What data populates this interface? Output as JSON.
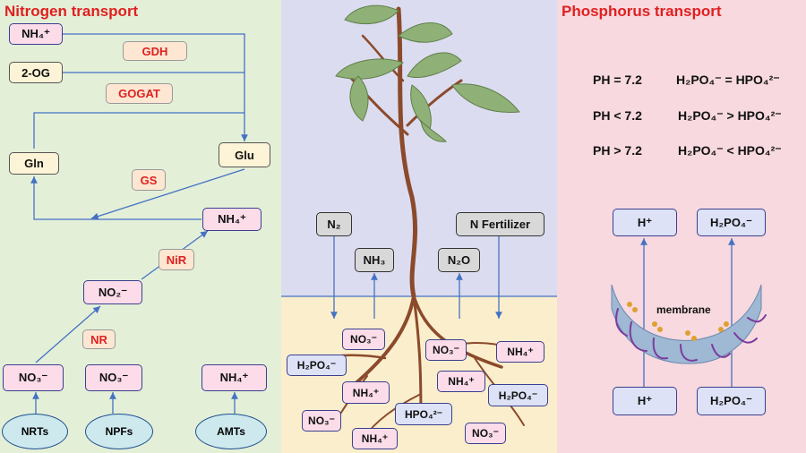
{
  "nitrogen": {
    "title": "Nitrogen transport",
    "nh4_top": "NH₄⁺",
    "gdh": "GDH",
    "og2": "2-OG",
    "gogat": "GOGAT",
    "gln": "Gln",
    "glu": "Glu",
    "gs": "GS",
    "nh4_mid": "NH₄⁺",
    "nir": "NiR",
    "no2": "NO₂⁻",
    "nr": "NR",
    "no3_a": "NO₃⁻",
    "no3_b": "NO₃⁻",
    "nh4_bot": "NH₄⁺",
    "nrts": "NRTs",
    "npfs": "NPFs",
    "amts": "AMTs"
  },
  "soil": {
    "n2": "N₂",
    "nh3": "NH₃",
    "n2o": "N₂O",
    "n_fertilizer": "N Fertilizer",
    "no3_1": "NO₃⁻",
    "h2po4_1": "H₂PO₄⁻",
    "no3_2": "NO₃⁻",
    "nh4_1": "NH₄⁺",
    "nh4_2": "NH₄⁺",
    "nh4_3": "NH₄⁺",
    "h2po4_2": "H₂PO₄⁻",
    "no3_3": "NO₃⁻",
    "hpo4": "HPO₄²⁻",
    "nh4_4": "NH₄⁺",
    "no3_4": "NO₃⁻"
  },
  "phosphorus": {
    "title": "Phosphorus transport",
    "eq1_left": "PH = 7.2",
    "eq1_right": "H₂PO₄⁻ = HPO₄²⁻",
    "eq2_left": "PH < 7.2",
    "eq2_right": "H₂PO₄⁻ > HPO₄²⁻",
    "eq3_left": "PH > 7.2",
    "eq3_right": "H₂PO₄⁻ < HPO₄²⁻",
    "h_top": "H⁺",
    "h2po4_top": "H₂PO₄⁻",
    "membrane": "membrane",
    "h_bot": "H⁺",
    "h2po4_bot": "H₂PO₄⁻"
  }
}
